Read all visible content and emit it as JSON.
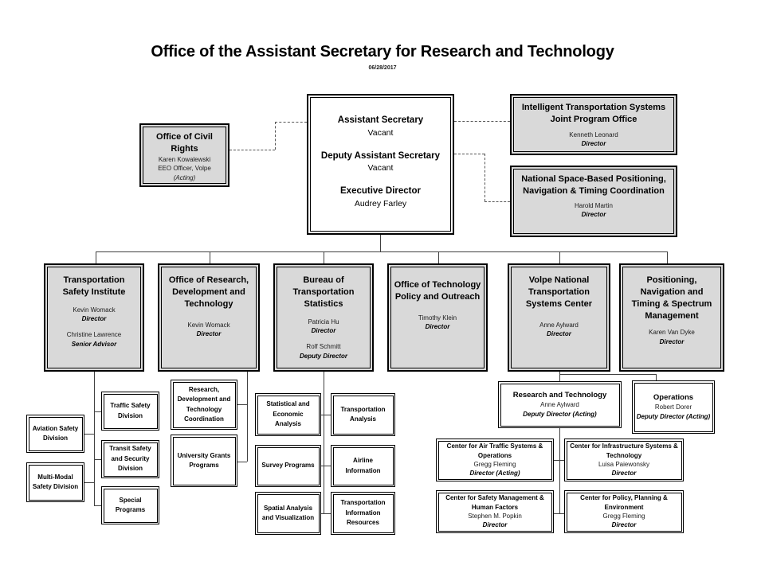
{
  "header": {
    "title": "Office of the Assistant Secretary for Research and Technology",
    "date": "06/28/2017"
  },
  "colors": {
    "box_fill_gray": "#d9d9d9",
    "box_fill_white": "#ffffff",
    "box_border": "#000000",
    "connector_solid": "#404040",
    "connector_dashed": "#555555"
  },
  "executive_office": {
    "roles": [
      {
        "title": "Assistant Secretary",
        "name": "Vacant"
      },
      {
        "title": "Deputy Assistant Secretary",
        "name": "Vacant"
      },
      {
        "title": "Executive Director",
        "name": "Audrey Farley"
      }
    ]
  },
  "civil_rights": {
    "title": "Office of Civil Rights",
    "name": "Karen Kowalewski",
    "subtitle": "EEO Officer, Volpe",
    "status": "(Acting)"
  },
  "its_jpo": {
    "title": "Intelligent Transportation Systems Joint Program Office",
    "name": "Kenneth Leonard",
    "role": "Director"
  },
  "nsb_pnt": {
    "title": "National Space-Based Positioning, Navigation & Timing Coordination",
    "name": "Harold Martin",
    "role": "Director"
  },
  "offices": [
    {
      "title": "Transportation Safety Institute",
      "people": [
        {
          "name": "Kevin Womack",
          "role": "Director"
        },
        {
          "name": "Christine Lawrence",
          "role": "Senior Advisor"
        }
      ]
    },
    {
      "title": "Office of Research, Development and Technology",
      "people": [
        {
          "name": "Kevin Womack",
          "role": "Director"
        }
      ]
    },
    {
      "title": "Bureau of Transportation Statistics",
      "people": [
        {
          "name": "Patricia Hu",
          "role": "Director"
        },
        {
          "name": "Rolf Schmitt",
          "role": "Deputy Director"
        }
      ]
    },
    {
      "title": "Office of Technology Policy and Outreach",
      "people": [
        {
          "name": "Timothy Klein",
          "role": "Director"
        }
      ]
    },
    {
      "title": "Volpe National Transportation Systems Center",
      "people": [
        {
          "name": "Anne Aylward",
          "role": "Director"
        }
      ]
    },
    {
      "title": "Positioning, Navigation and Timing & Spectrum Management",
      "people": [
        {
          "name": "Karen Van Dyke",
          "role": "Director"
        }
      ]
    }
  ],
  "tsi_units": {
    "left": [
      "Aviation Safety Division",
      "Multi-Modal Safety Division"
    ],
    "right": [
      "Traffic Safety Division",
      "Transit Safety and Security Division",
      "Special Programs"
    ]
  },
  "ordt_units": [
    "Research, Development and Technology Coordination",
    "University Grants Programs"
  ],
  "bts_units": {
    "left": [
      "Statistical and Economic Analysis",
      "Survey Programs",
      "Spatial Analysis and Visualization"
    ],
    "right": [
      "Transportation Analysis",
      "Airline Information",
      "Transportation Information Resources"
    ]
  },
  "volpe_units": {
    "research_technology": {
      "title": "Research and Technology",
      "name": "Anne Aylward",
      "role": "Deputy Director (Acting)"
    },
    "operations": {
      "title": "Operations",
      "name": "Robert Dorer",
      "role": "Deputy Director (Acting)"
    },
    "centers": [
      {
        "title": "Center for Air Traffic Systems & Operations",
        "name": "Gregg Fleming",
        "role": "Director (Acting)"
      },
      {
        "title": "Center for Infrastructure Systems & Technology",
        "name": "Luisa Paiewonsky",
        "role": "Director"
      },
      {
        "title": "Center for Safety Management & Human Factors",
        "name": "Stephen M. Popkin",
        "role": "Director"
      },
      {
        "title": "Center for Policy, Planning & Environment",
        "name": "Gregg Fleming",
        "role": "Director"
      }
    ]
  }
}
